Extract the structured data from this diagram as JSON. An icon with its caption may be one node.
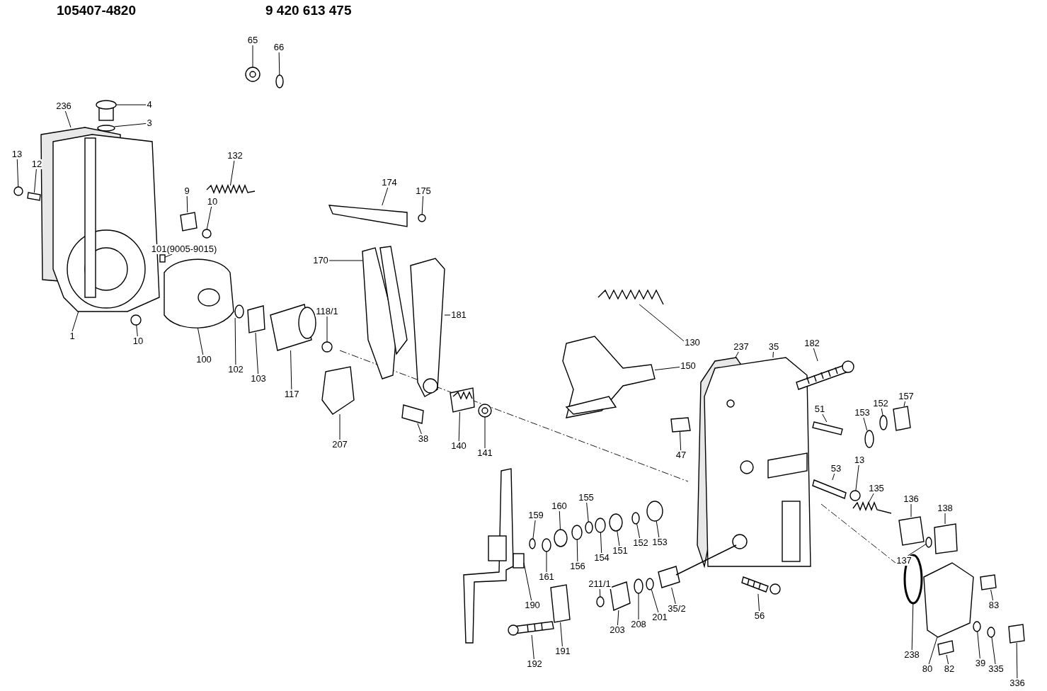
{
  "diagram": {
    "nodes": [
      {
        "text": [
          "65"
        ]
      },
      {
        "text": [
          "66"
        ]
      },
      {
        "text": [
          "4"
        ]
      },
      {
        "text": [
          "3"
        ]
      },
      {
        "text": [
          "236"
        ]
      },
      {
        "text": [
          "13"
        ]
      },
      {
        "text": [
          "12"
        ]
      },
      {
        "text": [
          "132"
        ]
      },
      {
        "text": [
          "9"
        ]
      },
      {
        "text": [
          "10"
        ]
      },
      {
        "text": [
          "101(9005-9015)"
        ]
      },
      {
        "text": [
          "1"
        ]
      },
      {
        "text": [
          "10"
        ]
      },
      {
        "text": [
          "100"
        ]
      },
      {
        "text": [
          "102"
        ]
      },
      {
        "text": [
          "103"
        ]
      },
      {
        "text": [
          "117"
        ]
      },
      {
        "text": [
          "118/1"
        ]
      },
      {
        "text": [
          "174"
        ]
      },
      {
        "text": [
          "175"
        ]
      },
      {
        "text": [
          "170"
        ]
      },
      {
        "text": [
          "181"
        ]
      },
      {
        "text": [
          "207"
        ]
      },
      {
        "text": [
          "38"
        ]
      },
      {
        "text": [
          "140"
        ]
      },
      {
        "text": [
          "141"
        ]
      },
      {
        "text": [
          "130"
        ]
      },
      {
        "text": [
          "150"
        ]
      },
      {
        "text": [
          "237"
        ]
      },
      {
        "text": [
          "35"
        ]
      },
      {
        "text": [
          "182"
        ]
      },
      {
        "text": [
          "51"
        ]
      },
      {
        "text": [
          "153"
        ]
      },
      {
        "text": [
          "152"
        ]
      },
      {
        "text": [
          "157"
        ]
      },
      {
        "text": [
          "47"
        ]
      },
      {
        "text": [
          "53"
        ]
      },
      {
        "text": [
          "13"
        ]
      },
      {
        "text": [
          "135"
        ]
      },
      {
        "text": [
          "136"
        ]
      },
      {
        "text": [
          "138"
        ]
      },
      {
        "text": [
          "137"
        ]
      },
      {
        "text": [
          "159"
        ]
      },
      {
        "text": [
          "160"
        ]
      },
      {
        "text": [
          "155"
        ]
      },
      {
        "text": [
          "154"
        ]
      },
      {
        "text": [
          "151"
        ]
      },
      {
        "text": [
          "152"
        ]
      },
      {
        "text": [
          "153"
        ]
      },
      {
        "text": [
          "161"
        ]
      },
      {
        "text": [
          "156"
        ]
      },
      {
        "text": [
          "190"
        ]
      },
      {
        "text": [
          "211/1"
        ]
      },
      {
        "text": [
          "203"
        ]
      },
      {
        "text": [
          "208"
        ]
      },
      {
        "text": [
          "201"
        ]
      },
      {
        "text": [
          "35/2"
        ]
      },
      {
        "text": [
          "56"
        ]
      },
      {
        "text": [
          "83"
        ]
      },
      {
        "text": [
          "191"
        ]
      },
      {
        "text": [
          "192"
        ]
      },
      {
        "text": [
          "238"
        ]
      },
      {
        "text": [
          "80"
        ]
      },
      {
        "text": [
          "82"
        ]
      },
      {
        "text": [
          "39"
        ]
      },
      {
        "text": [
          "335"
        ]
      },
      {
        "text": [
          "336"
        ]
      },
      {
        "text": [],
        "shape": "circle"
      },
      {
        "text": [],
        "shape": "circle"
      },
      {
        "text": [],
        "shape": "cylinder"
      },
      {
        "text": [],
        "shape": "circle"
      },
      {
        "text": [],
        "shape": "picture"
      },
      {
        "text": [],
        "shape": "circle"
      },
      {
        "text": [],
        "shape": "box"
      },
      {
        "text": [],
        "shape": "picture"
      },
      {
        "text": [],
        "shape": "box"
      },
      {
        "text": [],
        "shape": "circle"
      },
      {
        "text": [],
        "shape": "box"
      },
      {
        "text": [],
        "shape": "picture"
      },
      {
        "text": [],
        "shape": "circle"
      },
      {
        "text": [],
        "shape": "picture"
      },
      {
        "text": [],
        "shape": "circle"
      },
      {
        "text": [],
        "shape": "box"
      },
      {
        "text": [],
        "shape": "cylinder"
      },
      {
        "text": [],
        "shape": "circle"
      },
      {
        "text": [],
        "shape": "box"
      },
      {
        "text": [],
        "shape": "circle"
      },
      {
        "text": [],
        "shape": "picture"
      },
      {
        "text": [],
        "shape": "picture"
      },
      {
        "text": [],
        "shape": "picture"
      },
      {
        "text": [],
        "shape": "box"
      },
      {
        "text": [],
        "shape": "picture"
      },
      {
        "text": [],
        "shape": "circle"
      },
      {
        "text": [],
        "shape": "picture"
      },
      {
        "text": [],
        "shape": "picture"
      },
      {
        "text": [],
        "shape": "picture"
      },
      {
        "text": [],
        "shape": "picture"
      },
      {
        "text": [],
        "shape": "picture"
      },
      {
        "text": [],
        "shape": "box"
      },
      {
        "text": [],
        "shape": "circle"
      },
      {
        "text": [],
        "shape": "circle"
      },
      {
        "text": [],
        "shape": "box"
      },
      {
        "text": [],
        "shape": "box"
      },
      {
        "text": [],
        "shape": "box"
      },
      {
        "text": [],
        "shape": "circle"
      },
      {
        "text": [],
        "shape": "picture"
      },
      {
        "text": [],
        "shape": "box"
      },
      {
        "text": [],
        "shape": "box"
      },
      {
        "text": [],
        "shape": "circle"
      },
      {
        "text": [],
        "shape": "circle"
      },
      {
        "text": [],
        "shape": "circle"
      },
      {
        "text": [],
        "shape": "circle"
      },
      {
        "text": [],
        "shape": "circle"
      },
      {
        "text": [],
        "shape": "circle"
      },
      {
        "text": [],
        "shape": "circle"
      },
      {
        "text": [],
        "shape": "circle"
      },
      {
        "text": [],
        "shape": "circle"
      },
      {
        "text": [],
        "shape": "circle"
      },
      {
        "text": [],
        "shape": "picture"
      },
      {
        "text": [],
        "shape": "circle"
      },
      {
        "text": [],
        "shape": "box"
      },
      {
        "text": [],
        "shape": "circle"
      },
      {
        "text": [],
        "shape": "circle"
      },
      {
        "text": [],
        "shape": "picture"
      },
      {
        "text": [],
        "shape": "picture"
      },
      {
        "text": [],
        "shape": "box"
      },
      {
        "text": [],
        "shape": "box"
      },
      {
        "text": [],
        "shape": "picture"
      },
      {
        "text": [],
        "shape": "circle"
      },
      {
        "text": [],
        "shape": "picture"
      },
      {
        "text": [],
        "shape": "box"
      },
      {
        "text": [],
        "shape": "circle"
      },
      {
        "text": [],
        "shape": "circle"
      },
      {
        "text": [],
        "shape": "box"
      }
    ],
    "edges": [
      {
        "from": 0,
        "to": 67,
        "arrow": "none"
      },
      {
        "from": 1,
        "to": 68,
        "arrow": "none"
      },
      {
        "from": 2,
        "to": 69,
        "arrow": "none"
      },
      {
        "from": 3,
        "to": 70,
        "arrow": "none"
      },
      {
        "from": 4,
        "to": 71,
        "arrow": "none"
      },
      {
        "from": 5,
        "to": 72,
        "arrow": "none"
      },
      {
        "from": 6,
        "to": 73,
        "arrow": "none"
      },
      {
        "from": 7,
        "to": 74,
        "arrow": "none"
      },
      {
        "from": 8,
        "to": 75,
        "arrow": "none"
      },
      {
        "from": 9,
        "to": 76,
        "arrow": "none"
      },
      {
        "from": 10,
        "to": 77,
        "arrow": "none"
      },
      {
        "from": 11,
        "to": 78,
        "arrow": "none"
      },
      {
        "from": 12,
        "to": 79,
        "arrow": "none"
      },
      {
        "from": 13,
        "to": 80,
        "arrow": "none"
      },
      {
        "from": 14,
        "to": 81,
        "arrow": "none"
      },
      {
        "from": 15,
        "to": 82,
        "arrow": "none"
      },
      {
        "from": 16,
        "to": 83,
        "arrow": "none"
      },
      {
        "from": 17,
        "to": 84,
        "arrow": "none"
      },
      {
        "from": 18,
        "to": 85,
        "arrow": "none"
      },
      {
        "from": 19,
        "to": 86,
        "arrow": "none"
      },
      {
        "from": 20,
        "to": 87,
        "arrow": "none"
      },
      {
        "from": 21,
        "to": 88,
        "arrow": "none"
      },
      {
        "from": 22,
        "to": 89,
        "arrow": "none"
      },
      {
        "from": 23,
        "to": 90,
        "arrow": "none"
      },
      {
        "from": 24,
        "to": 91,
        "arrow": "none"
      },
      {
        "from": 25,
        "to": 92,
        "arrow": "none"
      },
      {
        "from": 26,
        "to": 93,
        "arrow": "none"
      },
      {
        "from": 27,
        "to": 94,
        "arrow": "none"
      },
      {
        "from": 28,
        "to": 95,
        "arrow": "none"
      },
      {
        "from": 29,
        "to": 96,
        "arrow": "none"
      },
      {
        "from": 30,
        "to": 97,
        "arrow": "none"
      },
      {
        "from": 31,
        "to": 98,
        "arrow": "none"
      },
      {
        "from": 32,
        "to": 99,
        "arrow": "none"
      },
      {
        "from": 33,
        "to": 100,
        "arrow": "none"
      },
      {
        "from": 34,
        "to": 101,
        "arrow": "none"
      },
      {
        "from": 35,
        "to": 102,
        "arrow": "none"
      },
      {
        "from": 36,
        "to": 103,
        "arrow": "none"
      },
      {
        "from": 37,
        "to": 104,
        "arrow": "none"
      },
      {
        "from": 38,
        "to": 105,
        "arrow": "none"
      },
      {
        "from": 39,
        "to": 106,
        "arrow": "none"
      },
      {
        "from": 40,
        "to": 107,
        "arrow": "none"
      },
      {
        "from": 41,
        "to": 108,
        "arrow": "none"
      },
      {
        "from": 42,
        "to": 109,
        "arrow": "none"
      },
      {
        "from": 43,
        "to": 110,
        "arrow": "none"
      },
      {
        "from": 44,
        "to": 111,
        "arrow": "none"
      },
      {
        "from": 45,
        "to": 112,
        "arrow": "none"
      },
      {
        "from": 46,
        "to": 113,
        "arrow": "none"
      },
      {
        "from": 47,
        "to": 114,
        "arrow": "none"
      },
      {
        "from": 48,
        "to": 115,
        "arrow": "none"
      },
      {
        "from": 49,
        "to": 116,
        "arrow": "none"
      },
      {
        "from": 50,
        "to": 117,
        "arrow": "none"
      },
      {
        "from": 51,
        "to": 118,
        "arrow": "none"
      },
      {
        "from": 52,
        "to": 119,
        "arrow": "none"
      },
      {
        "from": 53,
        "to": 120,
        "arrow": "none"
      },
      {
        "from": 54,
        "to": 121,
        "arrow": "none"
      },
      {
        "from": 55,
        "to": 122,
        "arrow": "none"
      },
      {
        "from": 56,
        "to": 123,
        "arrow": "none"
      },
      {
        "from": 57,
        "to": 124,
        "arrow": "none"
      },
      {
        "from": 58,
        "to": 125,
        "arrow": "none"
      },
      {
        "from": 59,
        "to": 126,
        "arrow": "none"
      },
      {
        "from": 60,
        "to": 127,
        "arrow": "none"
      },
      {
        "from": 61,
        "to": 128,
        "arrow": "none"
      },
      {
        "from": 62,
        "to": 129,
        "arrow": "none"
      },
      {
        "from": 63,
        "to": 130,
        "arrow": "none"
      },
      {
        "from": 64,
        "to": 131,
        "arrow": "none"
      },
      {
        "from": 65,
        "to": 132,
        "arrow": "none"
      },
      {
        "from": 66,
        "to": 133,
        "arrow": "none"
      }
    ],
    "labels": [
      "105407-4820",
      "9 420 613 475"
    ]
  }
}
